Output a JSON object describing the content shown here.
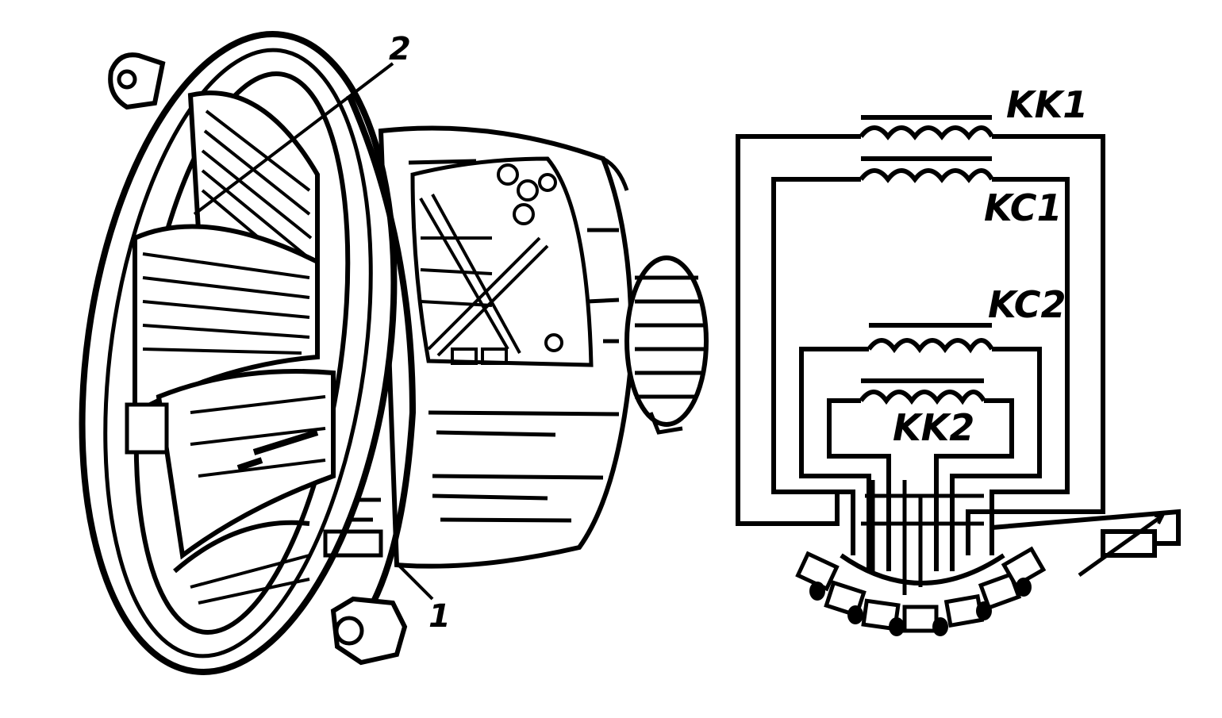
{
  "figure": {
    "left_drawing": {
      "callouts": [
        {
          "id": "callout-1",
          "text": "1"
        },
        {
          "id": "callout-2",
          "text": "2"
        }
      ]
    },
    "circuit": {
      "coils": [
        {
          "id": "coil-kk1",
          "label": "KK1"
        },
        {
          "id": "coil-kc1",
          "label": "KC1"
        },
        {
          "id": "coil-kc2",
          "label": "KC2"
        },
        {
          "id": "coil-kk2",
          "label": "KK2"
        }
      ]
    },
    "colors": {
      "ink": "#000000",
      "paper": "#ffffff"
    }
  }
}
